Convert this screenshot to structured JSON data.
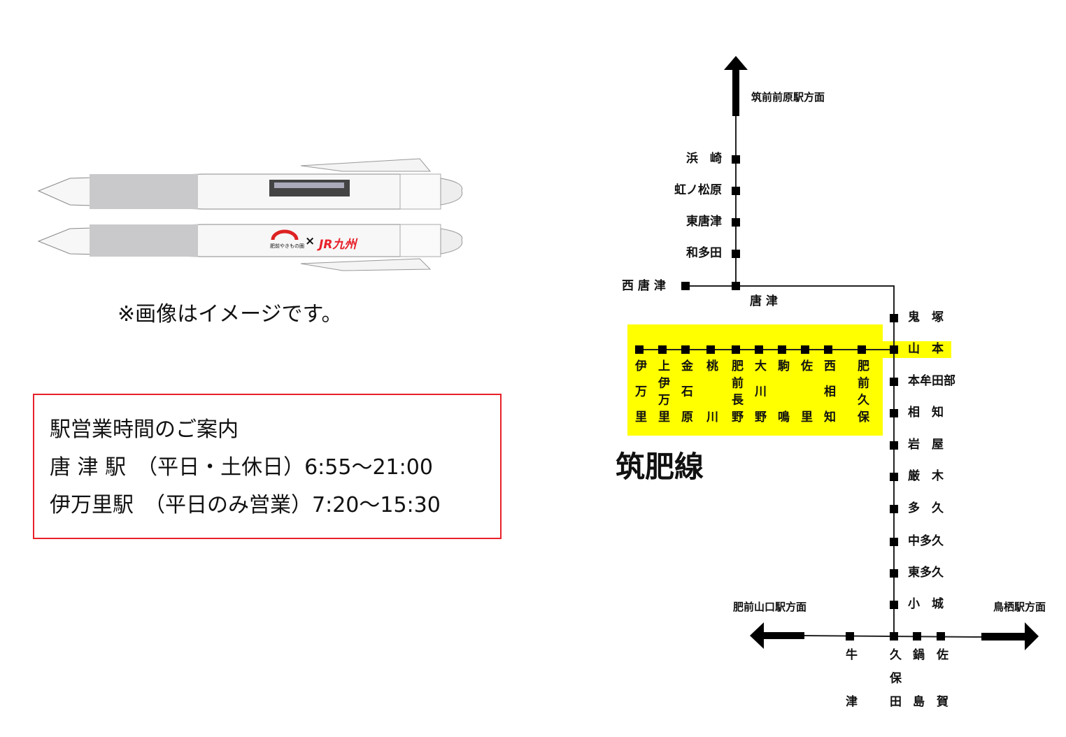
{
  "caption": "※画像はイメージです。",
  "pen": {
    "logo_left": "肥前やきもの圏",
    "cross": "×",
    "logo_right": "JR九州"
  },
  "hours": {
    "title": "駅営業時間のご案内",
    "rows": [
      {
        "station": "唐 津 駅",
        "days": "（平日・土休日）",
        "time": "6:55～21:00"
      },
      {
        "station": "伊万里駅",
        "days": "（平日のみ営業）",
        "time": "7:20～15:30"
      }
    ]
  },
  "map": {
    "line_name": "筑肥線",
    "highlight_color": "#ffff00",
    "directions": {
      "north": "筑前前原駅方面",
      "west": "肥前山口駅方面",
      "east": "鳥栖駅方面"
    },
    "north_branch": [
      "浜　崎",
      "虹ノ松原",
      "東唐津",
      "和多田"
    ],
    "nishikaratsu": "西 唐 津",
    "karatsu": "唐 津",
    "yellow_stations": [
      "伊万里",
      "上伊万里",
      "金石原",
      "桃川",
      "肥前長野",
      "大川野",
      "駒鳴",
      "佐里",
      "西相知",
      "肥前久保"
    ],
    "yellow_stations_display": [
      "伊万里",
      "上伊万里",
      "金石原",
      "桃 川",
      "肥前長野",
      "大川野",
      "駒 鳴",
      "佐 里",
      "西相知",
      "肥前久保"
    ],
    "east_branch": [
      "鬼　塚",
      "山　本",
      "本牟田部",
      "相　知",
      "岩　屋",
      "厳　木",
      "多　久",
      "中多久",
      "東多久",
      "小　城"
    ],
    "bottom_stations": [
      "牛津",
      "久保田",
      "鍋島",
      "佐賀"
    ],
    "bottom_stations_display": [
      "牛 津",
      "久保田",
      "鍋 島",
      "佐 賀"
    ]
  }
}
